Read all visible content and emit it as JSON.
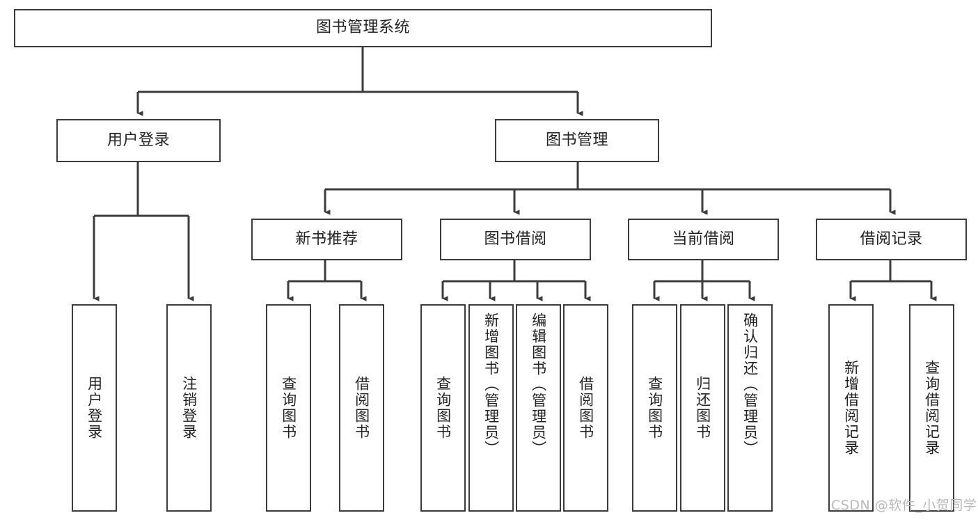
{
  "diagram": {
    "type": "hierarchy-tree",
    "title": "图书管理系统",
    "root": {
      "id": "root",
      "label": "图书管理系统"
    },
    "level2": [
      {
        "id": "user-login",
        "label": "用户登录"
      },
      {
        "id": "book-management",
        "label": "图书管理"
      }
    ],
    "level3": [
      {
        "id": "new-book-recommend",
        "label": "新书推荐",
        "parent": "book-management"
      },
      {
        "id": "book-borrow",
        "label": "图书借阅",
        "parent": "book-management"
      },
      {
        "id": "current-borrow",
        "label": "当前借阅",
        "parent": "book-management"
      },
      {
        "id": "borrow-record",
        "label": "借阅记录",
        "parent": "book-management"
      }
    ],
    "leaves": [
      {
        "id": "leaf-user-login",
        "label": "用户登录",
        "parent": "user-login"
      },
      {
        "id": "leaf-user-logout",
        "label": "注销登录",
        "parent": "user-login"
      },
      {
        "id": "leaf-query-book-1",
        "label": "查询图书",
        "parent": "new-book-recommend"
      },
      {
        "id": "leaf-borrow-book-1",
        "label": "借阅图书",
        "parent": "new-book-recommend"
      },
      {
        "id": "leaf-query-book-2",
        "label": "查询图书",
        "parent": "book-borrow"
      },
      {
        "id": "leaf-add-book",
        "label": "新增图书（管理员）",
        "parent": "book-borrow"
      },
      {
        "id": "leaf-edit-book",
        "label": "编辑图书（管理员）",
        "parent": "book-borrow"
      },
      {
        "id": "leaf-borrow-book-2",
        "label": "借阅图书",
        "parent": "book-borrow"
      },
      {
        "id": "leaf-query-book-3",
        "label": "查询图书",
        "parent": "current-borrow"
      },
      {
        "id": "leaf-return-book",
        "label": "归还图书",
        "parent": "current-borrow"
      },
      {
        "id": "leaf-confirm-return",
        "label": "确认归还（管理员）",
        "parent": "current-borrow"
      },
      {
        "id": "leaf-add-record",
        "label": "新增借阅记录",
        "parent": "borrow-record"
      },
      {
        "id": "leaf-query-record",
        "label": "查询借阅记录",
        "parent": "borrow-record"
      }
    ],
    "colors": {
      "box_border": "#3c3c3c",
      "box_fill": "#ffffff",
      "connector": "#3c3c3c",
      "text": "#222222",
      "watermark": "#b9b9b9",
      "background": "#ffffff"
    }
  },
  "watermark": {
    "text": "CSDN @软件_小贺同学"
  }
}
